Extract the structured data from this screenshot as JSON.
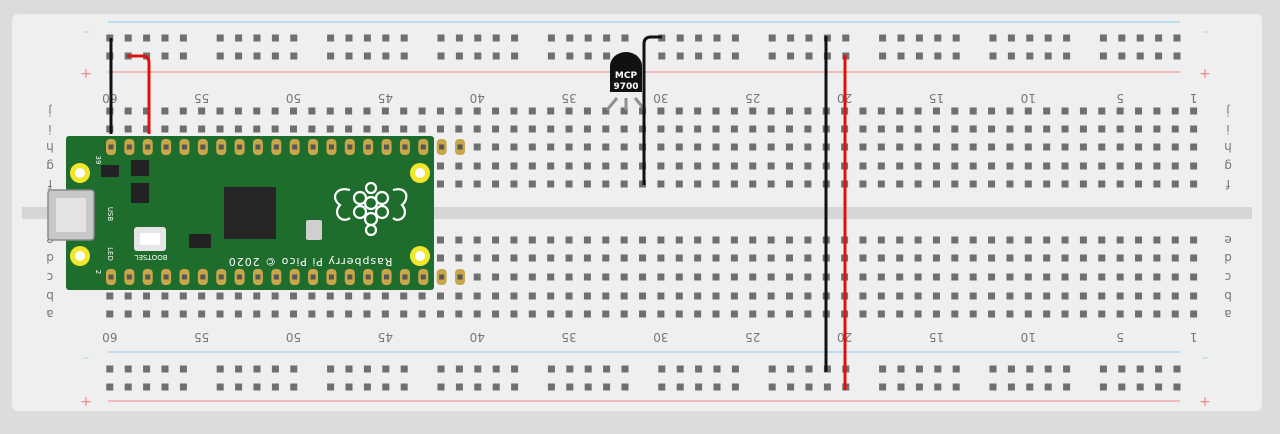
{
  "breadboard": {
    "column_numbers": [
      "1",
      "5",
      "10",
      "15",
      "20",
      "25",
      "30",
      "35",
      "40",
      "45",
      "50",
      "55",
      "60"
    ],
    "row_letters_top": [
      "j",
      "i",
      "h",
      "g",
      "f"
    ],
    "row_letters_bottom": [
      "e",
      "d",
      "c",
      "b",
      "a"
    ],
    "rail_plus_label": "+",
    "rail_minus_label": "–",
    "colors": {
      "board": "#efefef",
      "hole": "#6f6f6f",
      "rail_blue": "#a9d7ef",
      "rail_red": "#f0aaaa",
      "text": "#777777"
    }
  },
  "sensor": {
    "line1": "MCP",
    "line2": "9700",
    "body_color": "#111111"
  },
  "pico": {
    "board_color": "#1e6d2c",
    "silk_rpi": "Raspberry Pi Pico © 2020",
    "silk_bootsel": "BOOTSEL",
    "silk_usb": "USB",
    "silk_led": "LED",
    "silk_pin39": "39",
    "silk_pin2": "2"
  },
  "wires": {
    "black_color": "#111111",
    "red_color": "#e01010"
  }
}
